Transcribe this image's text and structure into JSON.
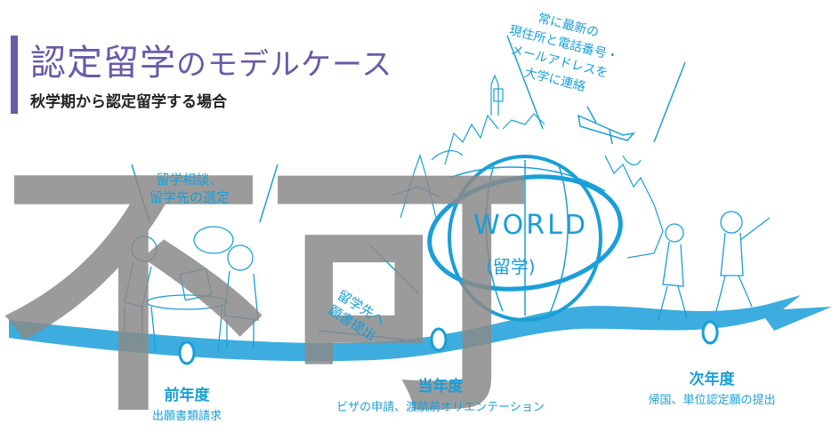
{
  "header": {
    "title_main": "認定留学",
    "title_rest": "のモデルケース",
    "subtitle": "秋学期から認定留学する場合"
  },
  "watermark": {
    "text": "不可"
  },
  "notes": {
    "consult": [
      "留学相談、",
      "留学先の選定"
    ],
    "apply": [
      "留学先へ",
      "願書提出"
    ],
    "contact": [
      "常に最新の",
      "現住所と電話番号・",
      "メールアドレスを",
      "大学に連絡"
    ]
  },
  "globe": {
    "top": "WORLD",
    "bottom": "(留学)"
  },
  "stages": [
    {
      "heading": "前年度",
      "sub": "出願書類請求"
    },
    {
      "heading": "当年度",
      "sub": "ビザの申請、渡航前オリエンテーション"
    },
    {
      "heading": "次年度",
      "sub": "帰国、単位認定願の提出"
    }
  ],
  "colors": {
    "accent": "#6b5aa8",
    "blue": "#1a9fd8",
    "watermark": "#8a8a8a"
  }
}
